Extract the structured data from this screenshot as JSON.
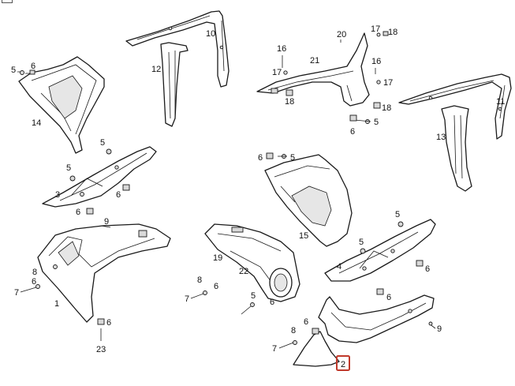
{
  "diagram": {
    "selected_label": "2",
    "highlight_color": "#c0392b",
    "labels": {
      "p1": "1",
      "p2": "2",
      "p3": "3",
      "p4": "4",
      "p5a": "5",
      "p5b": "5",
      "p5c": "5",
      "p5d": "5",
      "p5e": "5",
      "p5f": "5",
      "p6a": "6",
      "p6b": "6",
      "p6c": "6",
      "p6d": "6",
      "p6e": "6",
      "p6f": "6",
      "p6g": "6",
      "p6h": "6",
      "p6i": "6",
      "p6j": "6",
      "p7a": "7",
      "p7b": "7",
      "p7c": "7",
      "p8a": "8",
      "p8b": "8",
      "p8c": "8",
      "p9a": "9",
      "p9b": "9",
      "p10": "10",
      "p11": "11",
      "p12": "12",
      "p13": "13",
      "p14": "14",
      "p15": "15",
      "p16a": "16",
      "p16b": "16",
      "p17a": "17",
      "p17b": "17",
      "p17c": "17",
      "p18a": "18",
      "p18b": "18",
      "p18c": "18",
      "p19": "19",
      "p20": "20",
      "p21": "21",
      "p22": "22",
      "p23": "23"
    }
  }
}
